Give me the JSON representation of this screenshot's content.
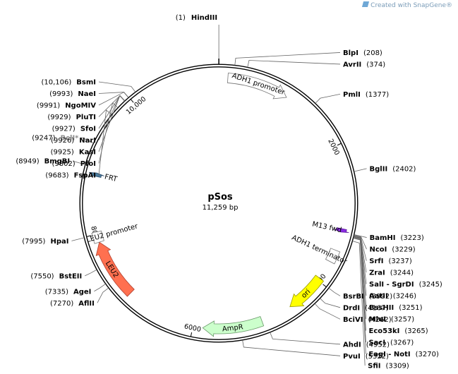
{
  "watermark": "Created with SnapGene®",
  "plasmid": {
    "name": "pSos",
    "length_label": "11,259 bp",
    "total_bp": 11259
  },
  "ticks": [
    {
      "bp": 2000,
      "label": "2000"
    },
    {
      "bp": 4000,
      "label": "4000"
    },
    {
      "bp": 6000,
      "label": "6000"
    },
    {
      "bp": 8000,
      "label": "8000"
    },
    {
      "bp": 10000,
      "label": "10,000"
    }
  ],
  "sites": [
    {
      "name": "HindIII",
      "pos": "(1)",
      "bp": 1,
      "side": "top"
    },
    {
      "name": "BlpI",
      "pos": "(208)",
      "bp": 208,
      "side": "right"
    },
    {
      "name": "AvrII",
      "pos": "(374)",
      "bp": 374,
      "side": "right"
    },
    {
      "name": "PmlI",
      "pos": "(1377)",
      "bp": 1377,
      "side": "right"
    },
    {
      "name": "BglII",
      "pos": "(2402)",
      "bp": 2402,
      "side": "right"
    },
    {
      "name": "BamHI",
      "pos": "(3223)",
      "bp": 3223,
      "side": "right"
    },
    {
      "name": "NcoI",
      "pos": "(3229)",
      "bp": 3229,
      "side": "right"
    },
    {
      "name": "SrfI",
      "pos": "(3237)",
      "bp": 3237,
      "side": "right"
    },
    {
      "name": "ZraI",
      "pos": "(3244)",
      "bp": 3244,
      "side": "right"
    },
    {
      "name": "SalI - SgrDI",
      "pos": "(3245)",
      "bp": 3245,
      "side": "right"
    },
    {
      "name": "AatII",
      "pos": "(3246)",
      "bp": 3246,
      "side": "right"
    },
    {
      "name": "BssHII",
      "pos": "(3251)",
      "bp": 3251,
      "side": "right"
    },
    {
      "name": "MluI",
      "pos": "(3257)",
      "bp": 3257,
      "side": "right"
    },
    {
      "name": "Eco53kI",
      "pos": "(3265)",
      "bp": 3265,
      "side": "right"
    },
    {
      "name": "SacI",
      "pos": "(3267)",
      "bp": 3267,
      "side": "right"
    },
    {
      "name": "EagI - NotI",
      "pos": "(3270)",
      "bp": 3270,
      "side": "right"
    },
    {
      "name": "SfiI",
      "pos": "(3309)",
      "bp": 3309,
      "side": "right"
    },
    {
      "name": "BsrBI",
      "pos": "(3992)",
      "bp": 3992,
      "side": "right"
    },
    {
      "name": "DrdI",
      "pos": "(4167)",
      "bp": 4167,
      "side": "right"
    },
    {
      "name": "BciVI",
      "pos": "(4262)",
      "bp": 4262,
      "side": "right"
    },
    {
      "name": "AhdI",
      "pos": "(4952)",
      "bp": 4952,
      "side": "right"
    },
    {
      "name": "PvuI",
      "pos": "(5322)",
      "bp": 5322,
      "side": "right"
    },
    {
      "name": "AflII",
      "pos": "(7270)",
      "bp": 7270,
      "side": "left"
    },
    {
      "name": "AgeI",
      "pos": "(7335)",
      "bp": 7335,
      "side": "left"
    },
    {
      "name": "BstEII",
      "pos": "(7550)",
      "bp": 7550,
      "side": "left"
    },
    {
      "name": "HpaI",
      "pos": "(7995)",
      "bp": 7995,
      "side": "left"
    },
    {
      "name": "BmgBI",
      "pos": "(8949)",
      "bp": 8949,
      "side": "left"
    },
    {
      "name": "BclI*",
      "pos": "(9247)",
      "bp": 9247,
      "side": "left",
      "grey": true
    },
    {
      "name": "FspAI",
      "pos": "(9683)",
      "bp": 9683,
      "side": "left"
    },
    {
      "name": "PfoI",
      "pos": "(9802)",
      "bp": 9802,
      "side": "left"
    },
    {
      "name": "KasI",
      "pos": "(9925)",
      "bp": 9925,
      "side": "left"
    },
    {
      "name": "NarI",
      "pos": "(9926)",
      "bp": 9926,
      "side": "left"
    },
    {
      "name": "SfoI",
      "pos": "(9927)",
      "bp": 9927,
      "side": "left"
    },
    {
      "name": "PluTI",
      "pos": "(9929)",
      "bp": 9929,
      "side": "left"
    },
    {
      "name": "NgoMIV",
      "pos": "(9991)",
      "bp": 9991,
      "side": "left"
    },
    {
      "name": "NaeI",
      "pos": "(9993)",
      "bp": 9993,
      "side": "left"
    },
    {
      "name": "BsmI",
      "pos": "(10,106)",
      "bp": 10106,
      "side": "left"
    }
  ],
  "features": [
    {
      "name": "ADH1 promoter",
      "start": 130,
      "end": 1020,
      "color": "#ffffff",
      "border": "#777777"
    },
    {
      "name": "M13 fwd",
      "start": 3180,
      "end": 3230,
      "color": "#8a2be2",
      "border": "#5a1a9a"
    },
    {
      "name": "ADH1 terminator",
      "start": 3500,
      "end": 3680,
      "color": "#ffffff",
      "border": "#777777",
      "box": true
    },
    {
      "name": "ori",
      "start": 3960,
      "end": 4550,
      "color": "#ffff00",
      "border": "#999900"
    },
    {
      "name": "AmpR",
      "start": 5000,
      "end": 5860,
      "color": "#ccffcc",
      "border": "#6a9a6a"
    },
    {
      "name": "LEU2",
      "start": 7020,
      "end": 7880,
      "color": "#ff7050",
      "border": "#b04030"
    },
    {
      "name": "LEU2 promoter",
      "start": 7880,
      "end": 8030,
      "color": "#ffffff",
      "border": "#777777",
      "box": true
    },
    {
      "name": "FRT",
      "start": 8830,
      "end": 8880,
      "color": "#4a7a9a",
      "border": "#2a4a6a"
    }
  ]
}
